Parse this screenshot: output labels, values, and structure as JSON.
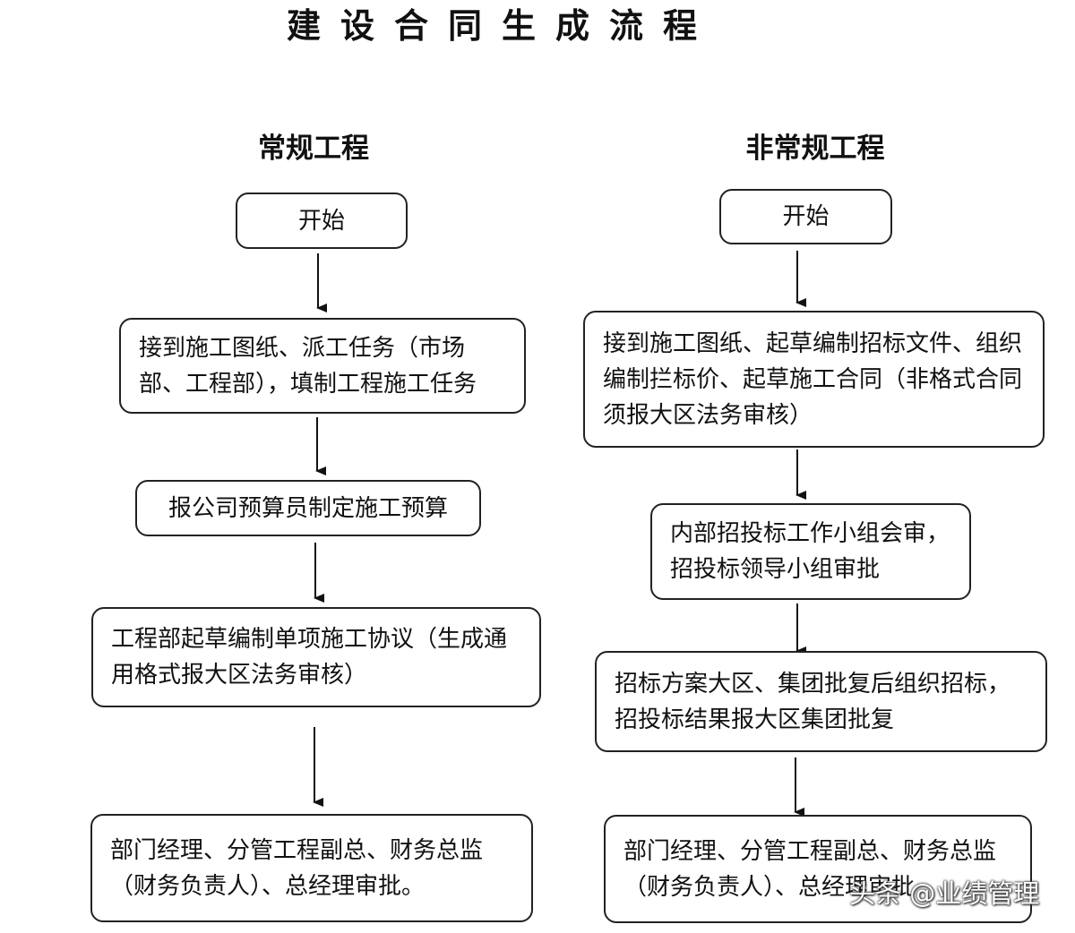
{
  "title": "建设合同生成流程",
  "regular": {
    "heading": "常规工程",
    "start": "开始",
    "steps": [
      "接到施工图纸、派工任务（市场部、工程部），填制工程施工任务",
      "报公司预算员制定施工预算",
      "工程部起草编制单项施工协议（生成通用格式报大区法务审核）",
      "部门经理、分管工程副总、财务总监（财务负责人）、总经理审批。"
    ]
  },
  "irregular": {
    "heading": "非常规工程",
    "start": "开始",
    "steps": [
      "接到施工图纸、起草编制招标文件、组织编制拦标价、起草施工合同（非格式合同须报大区法务审核）",
      "内部招投标工作小组会审，招投标领导小组审批",
      "招标方案大区、集团批复后组织招标，招投标结果报大区集团批复",
      "部门经理、分管工程副总、财务总监（财务负责人）、总经理审批"
    ]
  },
  "watermark": "头条 @业绩管理"
}
